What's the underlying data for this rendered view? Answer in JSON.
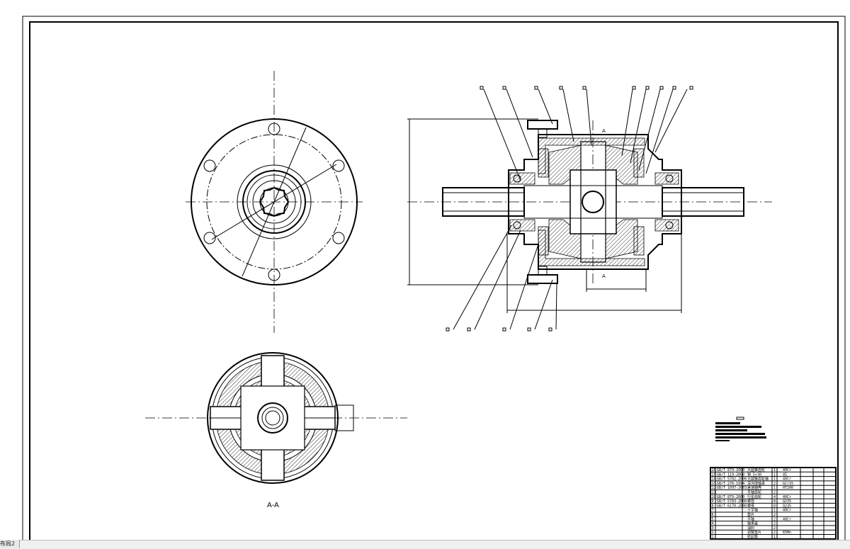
{
  "drawing": {
    "section_label": "A-A",
    "cut_marker": "A"
  },
  "parts_table": {
    "rows": [
      {
        "std": "GB/T 879-2000",
        "name": "大圆锥齿轮",
        "qty": "1",
        "mat": "40Cr"
      },
      {
        "std": "GB/T 119-2000",
        "name": "销 5×30",
        "qty": "1",
        "mat": "45"
      },
      {
        "std": "GB/T 5782-2000",
        "name": "大圆锥齿轮轴",
        "qty": "1",
        "mat": "40Cr"
      },
      {
        "std": "GB/T 276-1994",
        "name": "深沟球轴承",
        "qty": "2",
        "mat": "GCr15"
      },
      {
        "std": "GB/T 1097-2003",
        "name": "差速器壳",
        "qty": "1",
        "mat": "HT200"
      },
      {
        "std": "",
        "name": "半轴齿轮",
        "qty": "2",
        "mat": ""
      },
      {
        "std": "GB/T 879-2000",
        "name": "行星齿轮",
        "qty": "4",
        "mat": "40Cr"
      },
      {
        "std": "GB/T 5783-2000",
        "name": "螺栓",
        "qty": "8",
        "mat": "Q235"
      },
      {
        "std": "GB/T 6170-2000",
        "name": "螺母",
        "qty": "8",
        "mat": "Q235"
      },
      {
        "std": "",
        "name": "十字轴",
        "qty": "1",
        "mat": "40Cr"
      },
      {
        "std": "",
        "name": "垫片",
        "qty": "2",
        "mat": ""
      },
      {
        "std": "",
        "name": "半轴",
        "qty": "2",
        "mat": "40Cr"
      },
      {
        "std": "",
        "name": "轴承盖",
        "qty": "2",
        "mat": ""
      },
      {
        "std": "",
        "name": "油封",
        "qty": "2",
        "mat": ""
      },
      {
        "std": "",
        "name": "调整垫片",
        "qty": "2",
        "mat": "65Mn"
      },
      {
        "std": "",
        "name": "密封垫",
        "qty": "1",
        "mat": ""
      }
    ]
  },
  "ui": {
    "layout_tab": "布局2"
  }
}
